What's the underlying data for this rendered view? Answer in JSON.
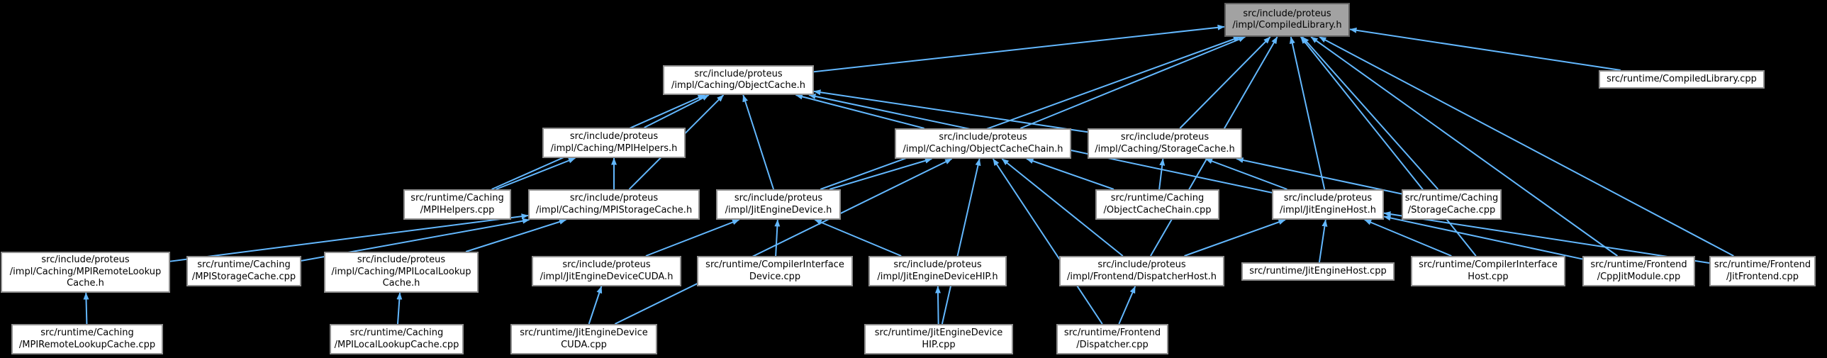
{
  "diagram": {
    "type": "include-dependency-graph",
    "root": "src/include/proteus/impl/CompiledLibrary.h",
    "colors": {
      "background": "#000000",
      "edge": "#63b8ff",
      "node_fill": "#ffffff",
      "node_border": "#8f8f8f",
      "root_fill": "#a2a2a2",
      "root_border": "#5e5e5e",
      "text": "#000000"
    },
    "nodes": {
      "compiledlibrary_h": {
        "label": "src/include/proteus\n/impl/CompiledLibrary.h"
      },
      "objectcache_h": {
        "label": "src/include/proteus\n/impl/Caching/ObjectCache.h"
      },
      "compiledlibrary_cpp": {
        "label": "src/runtime/CompiledLibrary.cpp"
      },
      "mpihelpers_h": {
        "label": "src/include/proteus\n/impl/Caching/MPIHelpers.h"
      },
      "objectcachechain_h": {
        "label": "src/include/proteus\n/impl/Caching/ObjectCacheChain.h"
      },
      "storagecache_h": {
        "label": "src/include/proteus\n/impl/Caching/StorageCache.h"
      },
      "mpihelpers_cpp": {
        "label": "src/runtime/Caching\n/MPIHelpers.cpp"
      },
      "mpistoragecache_h": {
        "label": "src/include/proteus\n/impl/Caching/MPIStorageCache.h"
      },
      "jitenginedevice_h": {
        "label": "src/include/proteus\n/impl/JitEngineDevice.h"
      },
      "objectcachechain_cpp": {
        "label": "src/runtime/Caching\n/ObjectCacheChain.cpp"
      },
      "jitenginehost_h": {
        "label": "src/include/proteus\n/impl/JitEngineHost.h"
      },
      "storagecache_cpp": {
        "label": "src/runtime/Caching\n/StorageCache.cpp"
      },
      "mpiremotelookupcache_h": {
        "label": "src/include/proteus\n/impl/Caching/MPIRemoteLookup\nCache.h"
      },
      "mpistoragecache_cpp": {
        "label": "src/runtime/Caching\n/MPIStorageCache.cpp"
      },
      "mpilocallookupcache_h": {
        "label": "src/include/proteus\n/impl/Caching/MPILocalLookup\nCache.h"
      },
      "jitenginedevicecuda_h": {
        "label": "src/include/proteus\n/impl/JitEngineDeviceCUDA.h"
      },
      "compilerinterfacedevice_cpp": {
        "label": "src/runtime/CompilerInterface\nDevice.cpp"
      },
      "jitenginedevicehip_h": {
        "label": "src/include/proteus\n/impl/JitEngineDeviceHIP.h"
      },
      "dispatcherhost_h": {
        "label": "src/include/proteus\n/impl/Frontend/DispatcherHost.h"
      },
      "jitenginehost_cpp": {
        "label": "src/runtime/JitEngineHost.cpp"
      },
      "compilerinterfacehost_cpp": {
        "label": "src/runtime/CompilerInterface\nHost.cpp"
      },
      "cppjitmodule_cpp": {
        "label": "src/runtime/Frontend\n/CppJitModule.cpp"
      },
      "jitfrontend_cpp": {
        "label": "src/runtime/Frontend\n/JitFrontend.cpp"
      },
      "mpiremotelookupcache_cpp": {
        "label": "src/runtime/Caching\n/MPIRemoteLookupCache.cpp"
      },
      "mpilocallookupcache_cpp": {
        "label": "src/runtime/Caching\n/MPILocalLookupCache.cpp"
      },
      "jitenginedevicecuda_cpp": {
        "label": "src/runtime/JitEngineDevice\nCUDA.cpp"
      },
      "jitenginedevicehip_cpp": {
        "label": "src/runtime/JitEngineDevice\nHIP.cpp"
      },
      "dispatcher_cpp": {
        "label": "src/runtime/Frontend\n/Dispatcher.cpp"
      }
    },
    "edges": [
      {
        "from": "objectcache_h",
        "to": "compiledlibrary_h"
      },
      {
        "from": "objectcachechain_h",
        "to": "compiledlibrary_h"
      },
      {
        "from": "storagecache_h",
        "to": "compiledlibrary_h"
      },
      {
        "from": "jitenginedevice_h",
        "to": "compiledlibrary_h"
      },
      {
        "from": "jitenginehost_h",
        "to": "compiledlibrary_h"
      },
      {
        "from": "dispatcherhost_h",
        "to": "compiledlibrary_h"
      },
      {
        "from": "storagecache_cpp",
        "to": "compiledlibrary_h"
      },
      {
        "from": "compilerinterfacehost_cpp",
        "to": "compiledlibrary_h"
      },
      {
        "from": "cppjitmodule_cpp",
        "to": "compiledlibrary_h"
      },
      {
        "from": "jitfrontend_cpp",
        "to": "compiledlibrary_h"
      },
      {
        "from": "compiledlibrary_cpp",
        "to": "compiledlibrary_h"
      },
      {
        "from": "mpihelpers_h",
        "to": "objectcache_h"
      },
      {
        "from": "mpihelpers_cpp",
        "to": "objectcache_h"
      },
      {
        "from": "mpistoragecache_h",
        "to": "objectcache_h"
      },
      {
        "from": "jitenginedevice_h",
        "to": "objectcache_h"
      },
      {
        "from": "objectcachechain_h",
        "to": "objectcache_h"
      },
      {
        "from": "storagecache_h",
        "to": "objectcache_h"
      },
      {
        "from": "jitenginehost_h",
        "to": "objectcache_h"
      },
      {
        "from": "mpihelpers_cpp",
        "to": "mpihelpers_h"
      },
      {
        "from": "mpistoragecache_h",
        "to": "mpihelpers_h"
      },
      {
        "from": "mpiremotelookupcache_h",
        "to": "mpistoragecache_h"
      },
      {
        "from": "mpilocallookupcache_h",
        "to": "mpistoragecache_h"
      },
      {
        "from": "mpistoragecache_cpp",
        "to": "mpistoragecache_h"
      },
      {
        "from": "mpiremotelookupcache_cpp",
        "to": "mpiremotelookupcache_h"
      },
      {
        "from": "mpilocallookupcache_cpp",
        "to": "mpilocallookupcache_h"
      },
      {
        "from": "jitenginedevicecuda_h",
        "to": "jitenginedevice_h"
      },
      {
        "from": "jitenginedevicehip_h",
        "to": "jitenginedevice_h"
      },
      {
        "from": "compilerinterfacedevice_cpp",
        "to": "jitenginedevice_h"
      },
      {
        "from": "jitenginedevicecuda_cpp",
        "to": "jitenginedevicecuda_h"
      },
      {
        "from": "jitenginedevicehip_cpp",
        "to": "jitenginedevicehip_h"
      },
      {
        "from": "jitenginedevice_h",
        "to": "objectcachechain_h"
      },
      {
        "from": "dispatcherhost_h",
        "to": "objectcachechain_h"
      },
      {
        "from": "objectcachechain_cpp",
        "to": "objectcachechain_h"
      },
      {
        "from": "dispatcher_cpp",
        "to": "objectcachechain_h"
      },
      {
        "from": "jitenginedevicehip_cpp",
        "to": "objectcachechain_h"
      },
      {
        "from": "jitenginedevicecuda_cpp",
        "to": "objectcachechain_h"
      },
      {
        "from": "objectcachechain_cpp",
        "to": "storagecache_h"
      },
      {
        "from": "storagecache_cpp",
        "to": "storagecache_h"
      },
      {
        "from": "jitenginehost_h",
        "to": "storagecache_h"
      },
      {
        "from": "jitenginehost_cpp",
        "to": "jitenginehost_h"
      },
      {
        "from": "dispatcherhost_h",
        "to": "jitenginehost_h"
      },
      {
        "from": "compilerinterfacehost_cpp",
        "to": "jitenginehost_h"
      },
      {
        "from": "cppjitmodule_cpp",
        "to": "jitenginehost_h"
      },
      {
        "from": "jitfrontend_cpp",
        "to": "jitenginehost_h"
      },
      {
        "from": "dispatcher_cpp",
        "to": "dispatcherhost_h"
      }
    ]
  }
}
